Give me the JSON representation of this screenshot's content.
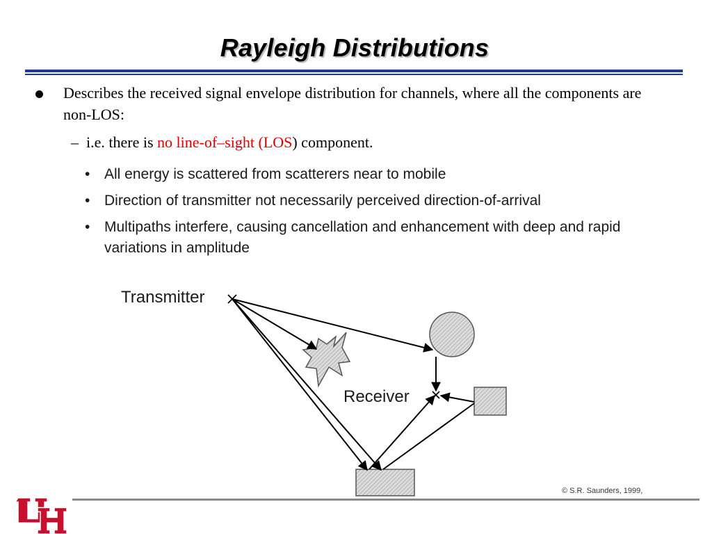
{
  "slide": {
    "title": "Rayleigh Distributions",
    "bullets": {
      "main": "Describes the received signal envelope distribution for channels, where all the components are non-LOS:",
      "sub_prefix": "i.e. there is ",
      "sub_highlight": "no line-of–sight (LOS",
      "sub_suffix": ") component.",
      "sub_dash": "–"
    },
    "figure_points": [
      "All energy is scattered from scatterers near to mobile",
      "Direction of transmitter not necessarily perceived direction-of-arrival",
      "Multipaths interfere, causing cancellation and enhancement with deep and rapid variations in amplitude"
    ],
    "figure_bullet_glyph": "•",
    "diagram": {
      "transmitter_label": "Transmitter",
      "receiver_label": "Receiver"
    },
    "copyright": "© S.R. Saunders, 1999,",
    "logo_name": "UH interlocking logo"
  },
  "colors": {
    "title_rule": "#1f3c8f",
    "highlight": "#e00000",
    "logo_red": "#c8102e",
    "scatterer_fill": "#d8d8d8"
  }
}
